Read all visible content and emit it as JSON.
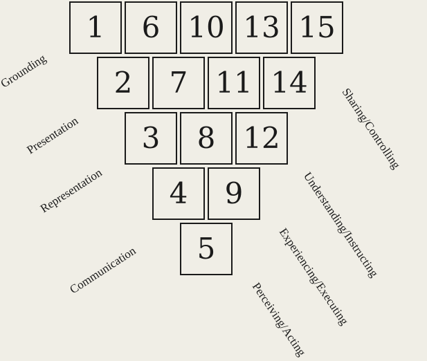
{
  "cells": [
    {
      "number": "1"
    },
    {
      "number": "6"
    },
    {
      "number": "10"
    },
    {
      "number": "13"
    },
    {
      "number": "15"
    },
    {
      "number": "2"
    },
    {
      "number": "7"
    },
    {
      "number": "11"
    },
    {
      "number": "14"
    },
    {
      "number": "3"
    },
    {
      "number": "8"
    },
    {
      "number": "12"
    },
    {
      "number": "4"
    },
    {
      "number": "9"
    },
    {
      "number": "5"
    }
  ],
  "left_labels": [
    {
      "text": "Grounding"
    },
    {
      "text": "Presentation"
    },
    {
      "text": "Representation"
    },
    {
      "text": "Communication"
    }
  ],
  "right_labels": [
    {
      "text": "Sharing/Controlling"
    },
    {
      "text": "Understanding/Instructing"
    },
    {
      "text": "Experiencing/Executing"
    },
    {
      "text": "Perceiving/Acting"
    }
  ]
}
